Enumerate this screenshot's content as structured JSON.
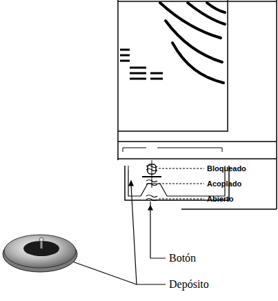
{
  "diagram": {
    "labels": [
      "Bloqueado",
      "Acoplado",
      "Abierto",
      "Botón",
      "Depósito"
    ]
  }
}
